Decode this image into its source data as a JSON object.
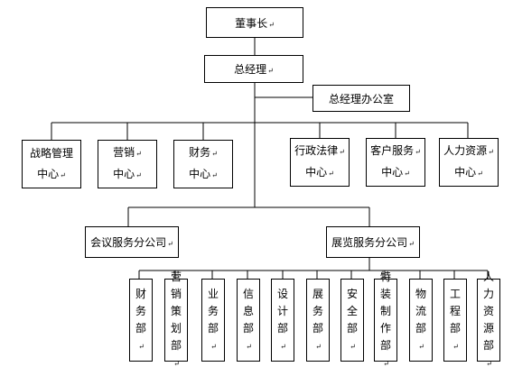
{
  "return_mark": "↵",
  "chairman": "董事长",
  "general_manager": "总经理",
  "gm_office": "总经理办公室",
  "centers": [
    {
      "line1": "战略管理",
      "line2": "中心"
    },
    {
      "line1": "营销",
      "line2": "中心"
    },
    {
      "line1": "财务",
      "line2": "中心"
    },
    {
      "line1": "行政法律",
      "line2": "中心"
    },
    {
      "line1": "客户服务",
      "line2": "中心"
    },
    {
      "line1": "人力资源",
      "line2": "中心"
    }
  ],
  "companies": {
    "conference": "会议服务分公司",
    "exhibition": "展览服务分公司"
  },
  "departments": [
    "财务部",
    "营销策划部",
    "业务部",
    "信息部",
    "设计部",
    "展务部",
    "安全部",
    "特装制作部",
    "物流部",
    "工程部",
    "人力资源部"
  ]
}
